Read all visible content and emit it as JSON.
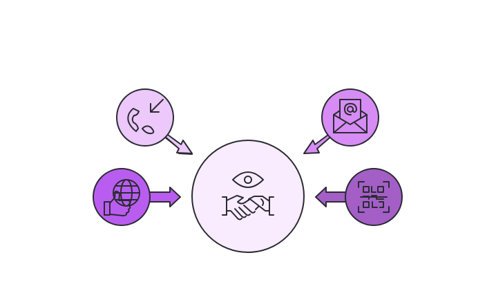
{
  "diagram": {
    "colors": {
      "background": "#ffffff",
      "outline": "#2b2b33",
      "center_fill": "#f8ecfe",
      "incoming_call_fill": "#ecc8fb",
      "email_fill": "#d68cf4",
      "web_like_fill": "#b95df0",
      "qr_code_fill": "#a35fc6"
    },
    "center": {
      "icons": [
        "eye-icon",
        "handshake-icon"
      ]
    },
    "channels": [
      {
        "id": "incoming-call",
        "icon": "incoming-call-icon",
        "arrow_direction": "down-right",
        "points_to": "center"
      },
      {
        "id": "email",
        "icon": "email-envelope-icon",
        "arrow_direction": "down-left",
        "points_to": "center"
      },
      {
        "id": "web-like",
        "icon": "thumbs-up-globe-icon",
        "arrow_direction": "right",
        "points_to": "center"
      },
      {
        "id": "qr-code",
        "icon": "qr-code-scan-icon",
        "arrow_direction": "left",
        "points_to": "center"
      }
    ]
  }
}
